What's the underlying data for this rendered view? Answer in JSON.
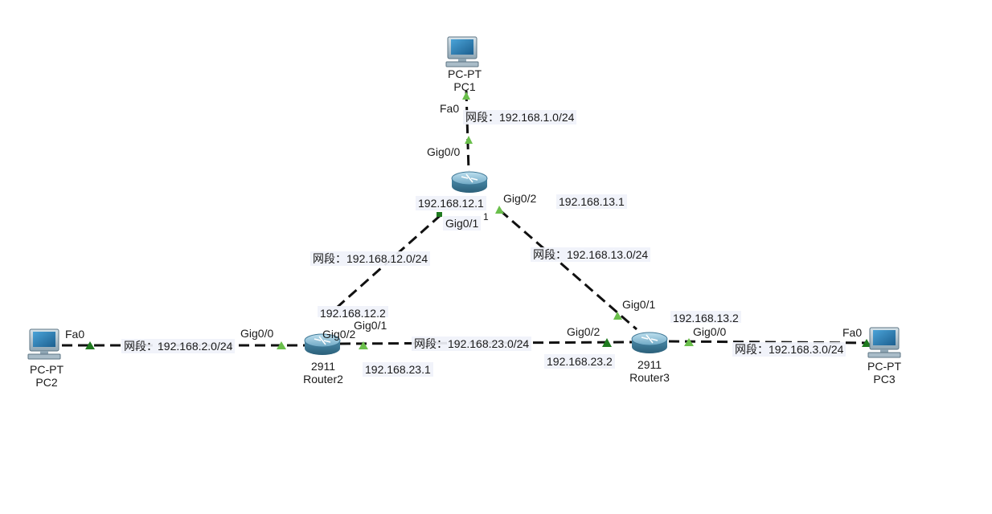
{
  "colors": {
    "link": "#111111",
    "port_up": "#6abf4b",
    "port_dark": "#1f7a1f",
    "label_bg": "#eef0f8"
  },
  "devices": {
    "pc1": {
      "model": "PC-PT",
      "name": "PC1",
      "icon": "pc-icon"
    },
    "pc2": {
      "model": "PC-PT",
      "name": "PC2",
      "icon": "pc-icon"
    },
    "pc3": {
      "model": "PC-PT",
      "name": "PC3",
      "icon": "pc-icon"
    },
    "router1": {
      "model": "",
      "name": "",
      "icon": "router-icon"
    },
    "router2": {
      "model": "2911",
      "name": "Router2",
      "icon": "router-icon"
    },
    "router3": {
      "model": "2911",
      "name": "Router3",
      "icon": "router-icon"
    }
  },
  "ports": {
    "pc1_fa0": "Fa0",
    "r1_gig00": "Gig0/0",
    "r1_gig01": "Gig0/1",
    "r1_gig02": "Gig0/2",
    "pc2_fa0": "Fa0",
    "r2_gig00": "Gig0/0",
    "r2_gig01": "Gig0/1",
    "r2_gig02": "Gig0/2",
    "r3_gig01": "Gig0/1",
    "r3_gig02": "Gig0/2",
    "r3_gig00": "Gig0/0",
    "pc3_fa0": "Fa0"
  },
  "networks": {
    "net1": "网段：192.168.1.0/24",
    "net12": "网段：192.168.12.0/24",
    "net13": "网段：192.168.13.0/24",
    "net2": "网段：192.168.2.0/24",
    "net23": "网段：192.168.23.0/24",
    "net3": "网段：192.168.3.0/24"
  },
  "addresses": {
    "r1_12": "192.168.12.1",
    "r1_13": "192.168.13.1",
    "r2_12": "192.168.12.2",
    "r2_23": "192.168.23.1",
    "r3_13": "192.168.13.2",
    "r3_23": "192.168.23.2"
  },
  "stray_text": {
    "one": "1"
  }
}
